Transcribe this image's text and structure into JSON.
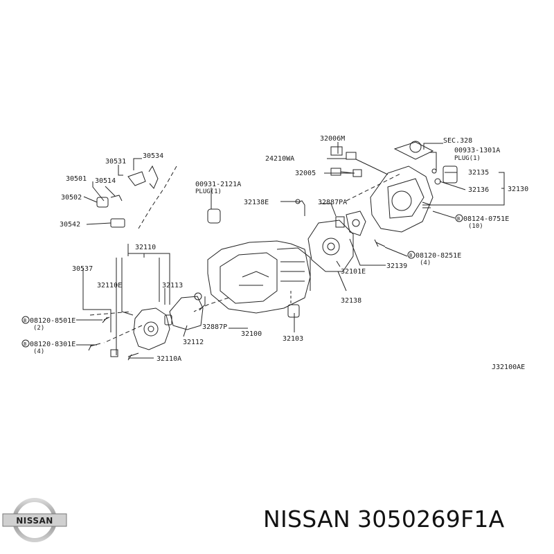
{
  "diagram": {
    "part_labels": [
      "32006M",
      "SEC.328",
      "00933-1301A",
      "PLUG(1)",
      "24210WA",
      "32005",
      "32135",
      "32136",
      "32130",
      "30534",
      "30531",
      "30501",
      "30514",
      "30502",
      "30542",
      "00931-2121A",
      "PLUG(1)",
      "32138E",
      "32887PA",
      "08124-0751E",
      "(10)",
      "08120-8251E",
      "(4)",
      "32139",
      "32101E",
      "32138",
      "32110",
      "30537",
      "32110E",
      "32113",
      "08120-8501E",
      "(2)",
      "08120-8301E",
      "(4)",
      "32887P",
      "32100",
      "32103",
      "32112",
      "32110A"
    ],
    "drawing_id": "J32100AE"
  },
  "footer": {
    "brand": "NISSAN",
    "logo_text": "NISSAN",
    "part_number": "3050269F1A"
  }
}
